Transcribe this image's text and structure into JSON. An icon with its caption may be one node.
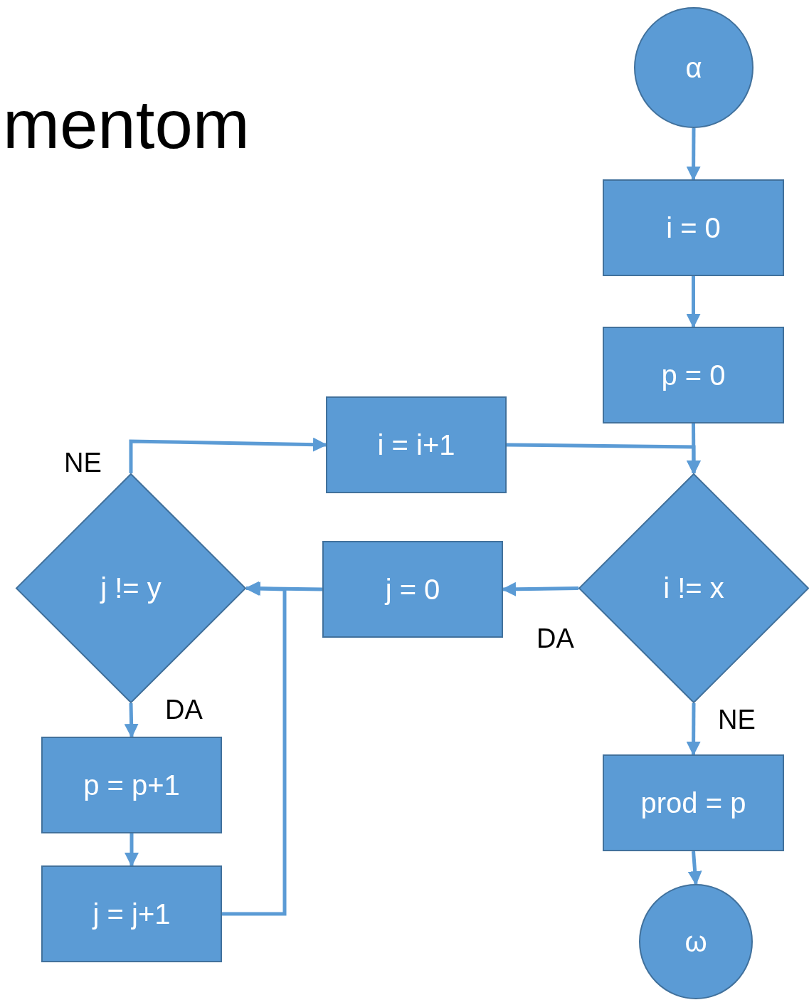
{
  "diagram": {
    "title": "mentom",
    "nodes": [
      {
        "text": [
          "α"
        ]
      },
      {
        "text": [
          "i = 0"
        ]
      },
      {
        "text": [
          "p = 0"
        ]
      },
      {
        "text": [
          "i != x"
        ]
      },
      {
        "text": [
          "j = 0"
        ]
      },
      {
        "text": [
          "j != y"
        ]
      },
      {
        "text": [
          "i = i+1"
        ]
      },
      {
        "text": [
          "p = p+1"
        ]
      },
      {
        "text": [
          "j = j+1"
        ]
      },
      {
        "text": [
          "prod = p"
        ]
      },
      {
        "text": [
          "ω"
        ]
      }
    ],
    "edges": [
      {
        "from": 0,
        "to": 1,
        "arrow": "to"
      },
      {
        "from": 1,
        "to": 2,
        "arrow": "to"
      },
      {
        "from": 2,
        "to": 3,
        "arrow": "to"
      },
      {
        "from": 3,
        "to": 4,
        "arrow": "to",
        "label": "DA"
      },
      {
        "from": 4,
        "to": 5,
        "arrow": "to"
      },
      {
        "from": 5,
        "to": 7,
        "arrow": "to",
        "label": "DA"
      },
      {
        "from": 7,
        "to": 8,
        "arrow": "to"
      },
      {
        "from": 8,
        "to": 5,
        "arrow": "to"
      },
      {
        "from": 5,
        "to": 6,
        "arrow": "to",
        "label": "NE"
      },
      {
        "from": 6,
        "to": 3,
        "arrow": "to"
      },
      {
        "from": 3,
        "to": 9,
        "arrow": "to",
        "label": "NE"
      },
      {
        "from": 9,
        "to": 10,
        "arrow": "to"
      }
    ]
  }
}
